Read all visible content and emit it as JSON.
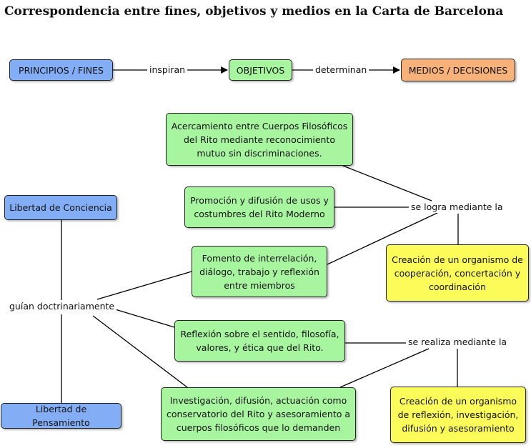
{
  "title": "Correspondencia entre fines, objetivos y medios en la Carta de Barcelona",
  "colors": {
    "blue": "#83aef6",
    "green": "#a8f5a0",
    "orange": "#f7b27a",
    "yellow": "#fbfb5a"
  },
  "nodes": {
    "principios": "PRINCIPIOS / FINES",
    "objetivos": "OBJETIVOS",
    "medios": "MEDIOS / DECISIONES",
    "acercamiento": "Acercamiento entre Cuerpos Filosóficos del Rito mediante reconocimiento mutuo sin discriminaciones.",
    "promocion": "Promoción y difusión de usos y costumbres del Rito Moderno",
    "fomento": "Fomento de interrelación, diálogo, trabajo y reflexión entre miembros",
    "reflexion": "Reflexión sobre el sentido, filosofía, valores, y ética que del Rito.",
    "investigacion": "Investigación, difusión, actuación como conservatorio del Rito y asesoramiento a cuerpos filosóficos que lo demanden",
    "libertad_conciencia": "Libertad de Conciencia",
    "libertad_pensamiento": "Libertad de Pensamiento",
    "organismo_cooperacion": "Creación de un organismo de cooperación, concertación y coordinación",
    "organismo_reflexion": "Creación de un organismo de reflexión, investigación, difusión y asesoramiento"
  },
  "labels": {
    "inspiran": "inspiran",
    "determinan": "determinan",
    "guian": "guían doctrinariamente",
    "se_logra": "se logra mediante la",
    "se_realiza": "se realiza mediante la"
  }
}
